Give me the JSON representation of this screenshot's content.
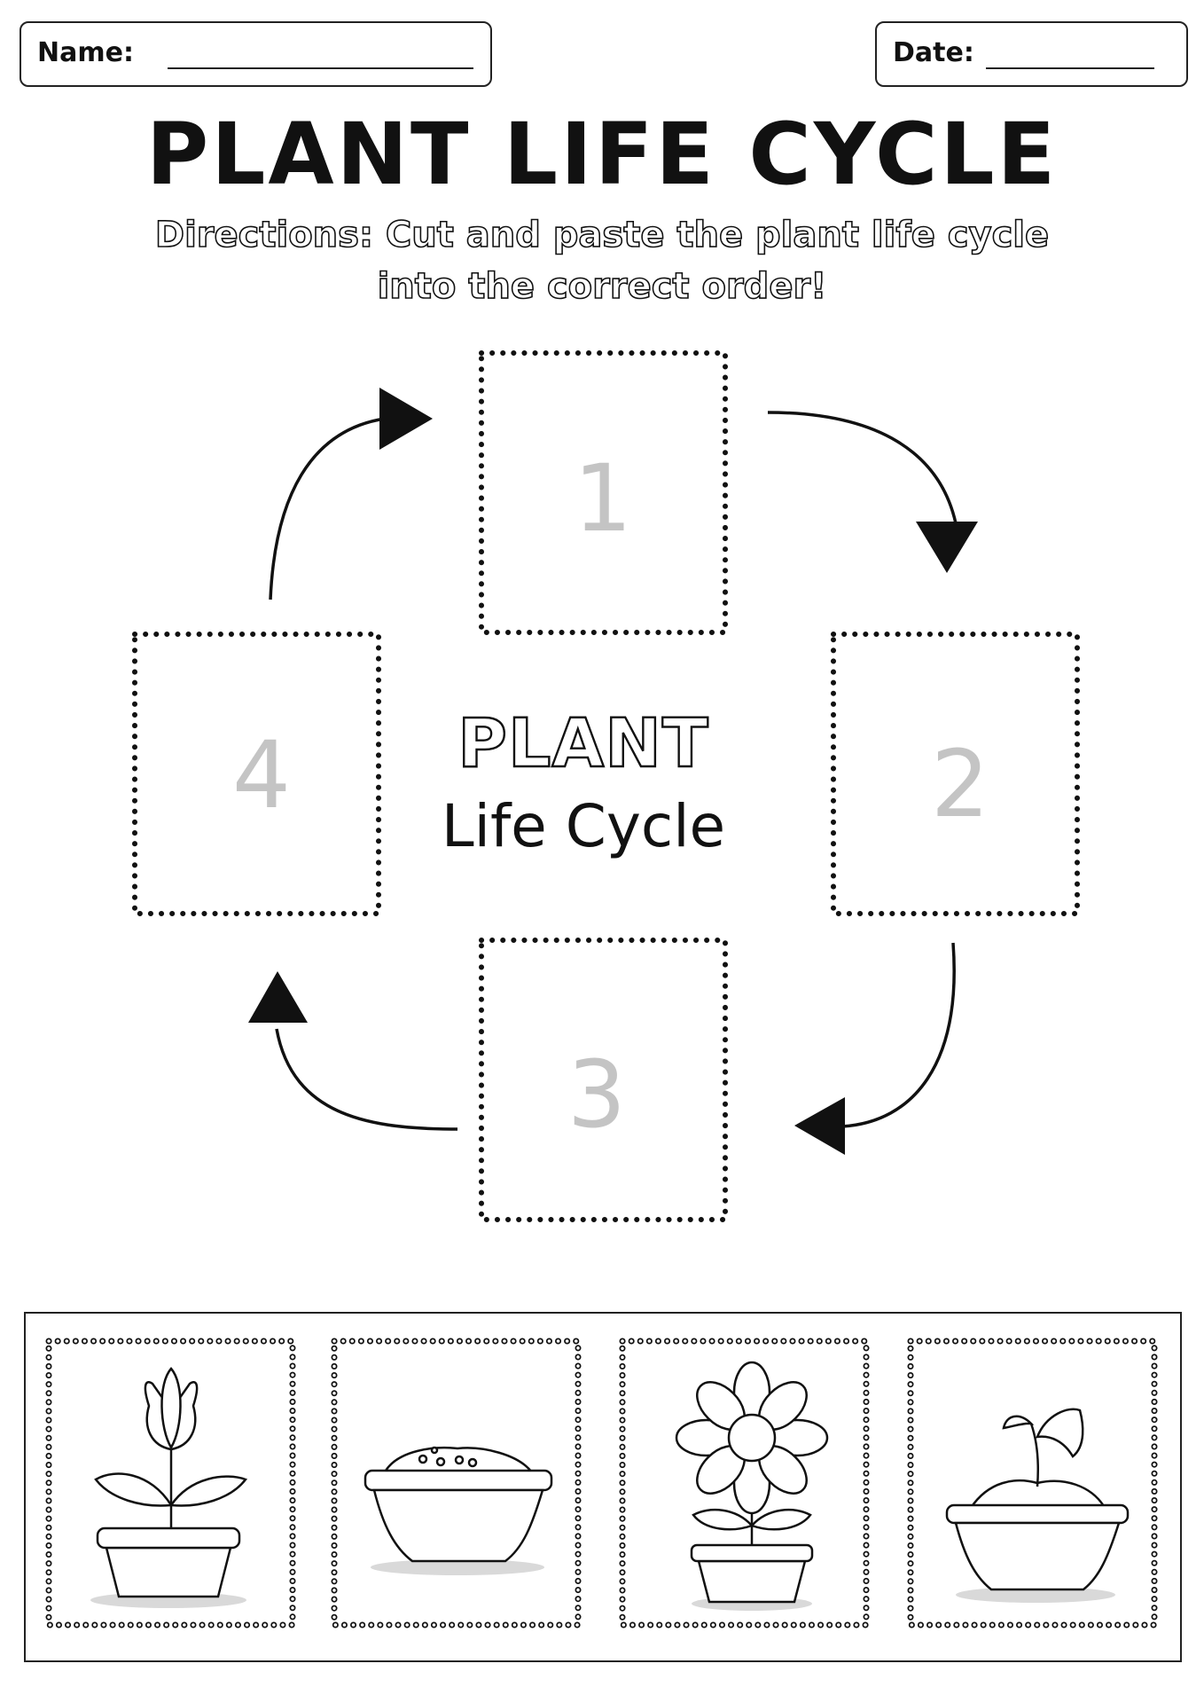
{
  "header": {
    "name_label": "Name:",
    "date_label": "Date:"
  },
  "title": "PLANT LIFE CYCLE",
  "directions": {
    "line1": "Directions: Cut and paste the plant life cycle",
    "line2": "into the correct order!"
  },
  "center": {
    "title": "PLANT",
    "subtitle": "Life Cycle"
  },
  "slots": [
    {
      "number": "1"
    },
    {
      "number": "2"
    },
    {
      "number": "3"
    },
    {
      "number": "4"
    }
  ],
  "cutouts": [
    {
      "icon": "tulip-in-pot-icon"
    },
    {
      "icon": "seeds-in-soil-pot-icon"
    },
    {
      "icon": "daisy-flower-pot-icon"
    },
    {
      "icon": "sprout-in-pot-icon"
    }
  ]
}
